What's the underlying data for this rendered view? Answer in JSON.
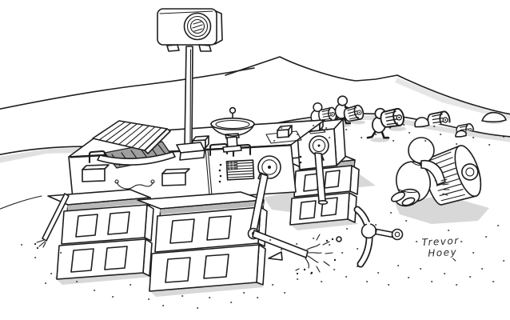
{
  "description": "Cartoon: a Mars rover propped up on stacked cinder blocks, wheels removed; small figures roll the stolen wheels away over a hill; a wrench and debris lie on the ground; sparks come from the broken robotic arm.",
  "signature": {
    "line1": "Trevor",
    "line2": "Hoey"
  },
  "colors": {
    "ink": "#1d1d1d",
    "paper": "#ffffff",
    "shade": "#d8d8d8",
    "shade-dark": "#b9b9b9",
    "hatch": "#9e9e9e",
    "canton": "#4f4f4f"
  }
}
